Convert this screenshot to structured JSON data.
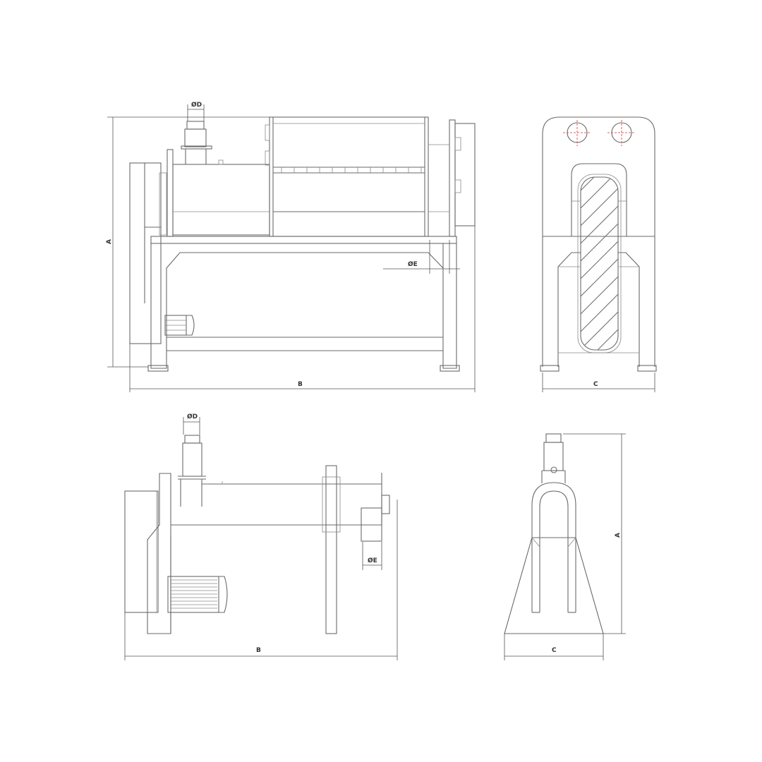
{
  "views": {
    "front_top": {
      "dim_a": "A",
      "dim_b": "B",
      "dim_d": "ØD",
      "dim_e": "ØE"
    },
    "side_top": {
      "dim_c": "C"
    },
    "front_bottom": {
      "dim_b": "B",
      "dim_d": "ØD",
      "dim_e": "ØE"
    },
    "side_bottom": {
      "dim_a": "A",
      "dim_c": "C"
    }
  }
}
